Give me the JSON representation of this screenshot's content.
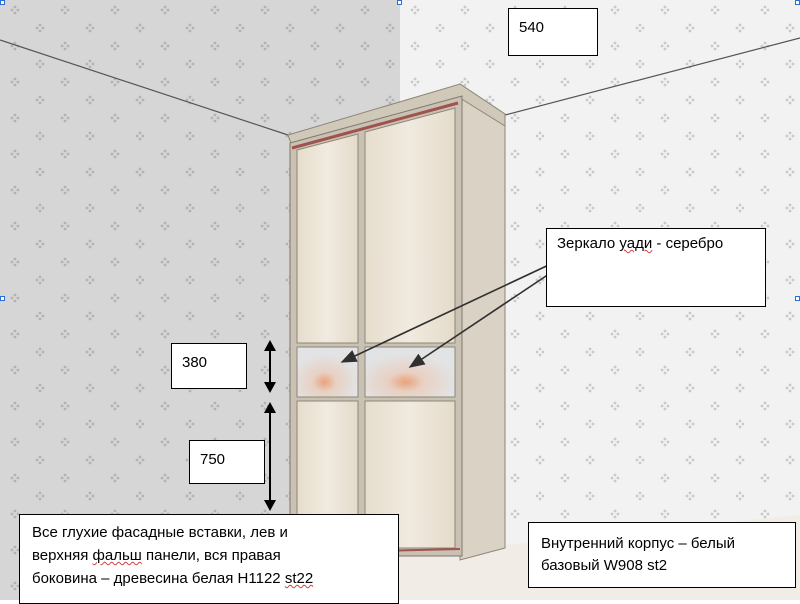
{
  "dimension_top": "540",
  "dimension_mirror_height": "380",
  "dimension_lower_panel": "750",
  "mirror_label": {
    "prefix": "Зеркало ",
    "squiggly": "уади",
    "suffix": " - серебро"
  },
  "inner_body_label": {
    "line1": "Внутренний корпус – белый",
    "line2": "базовый W908 st2"
  },
  "facade_label": {
    "line1": "Все глухие фасадные вставки, лев и",
    "line2_prefix": "верхняя ",
    "line2_squiggly": "фальш",
    "line2_suffix": " панели, вся правая",
    "line3_prefix": "боковина – древесина белая H1122 ",
    "line3_squiggly": "st22"
  },
  "colors": {
    "wall_left": "#d6d6d6",
    "wall_right": "#f2f2f2",
    "floor": "#f1ede6",
    "wood_panel": "#ece4d6",
    "frame": "#c9c2b4",
    "mirror": "#e1e2e3",
    "accent_rail": "#a0524c",
    "selection_handle": "#2a6fd6"
  }
}
